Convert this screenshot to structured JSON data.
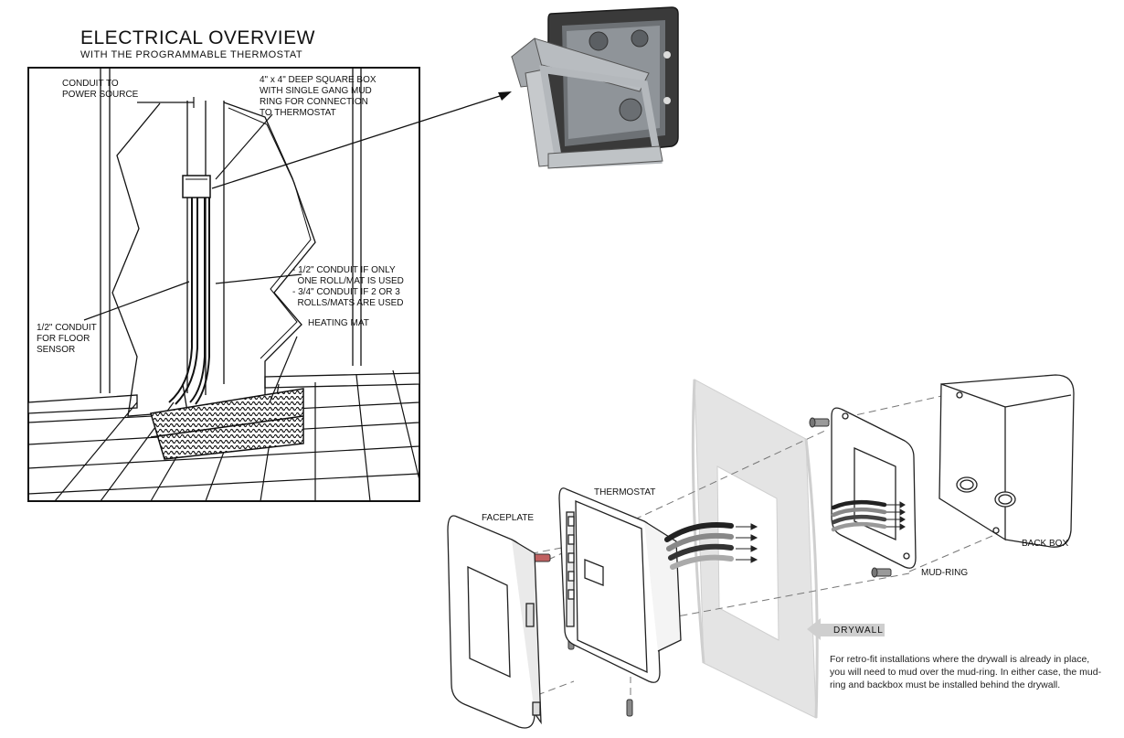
{
  "overview": {
    "title": "ELECTRICAL OVERVIEW",
    "subtitle": "WITH THE PROGRAMMABLE THERMOSTAT",
    "callouts": {
      "conduit_power": "CONDUIT TO\nPOWER SOURCE",
      "square_box": "4\" x 4\" DEEP SQUARE BOX\nWITH SINGLE GANG MUD\nRING FOR CONNECTION\nTO THERMOSTAT",
      "conduit_mat": "- 1/2\" CONDUIT IF ONLY\n  ONE ROLL/MAT IS USED\n- 3/4\" CONDUIT IF 2 OR 3\n  ROLLS/MATS ARE USED",
      "heating_mat": "HEATING MAT",
      "floor_sensor": "1/2\" CONDUIT\nFOR FLOOR\nSENSOR"
    }
  },
  "exploded": {
    "faceplate": "FACEPLATE",
    "thermostat": "THERMOSTAT",
    "back_box": "BACK BOX",
    "mud_ring": "MUD-RING",
    "drywall": "DRYWALL",
    "note": "For retro-fit installations where the drywall is already in place, you will need to mud over the mud-ring. In either case, the mud-ring and backbox must be installed behind the drywall."
  },
  "colors": {
    "line": "#111111",
    "drywall": "#e3e3e3",
    "box_metal": "#8a8f93",
    "box_dark": "#2e2e2e",
    "arrow_gray": "#cfcfcf"
  }
}
